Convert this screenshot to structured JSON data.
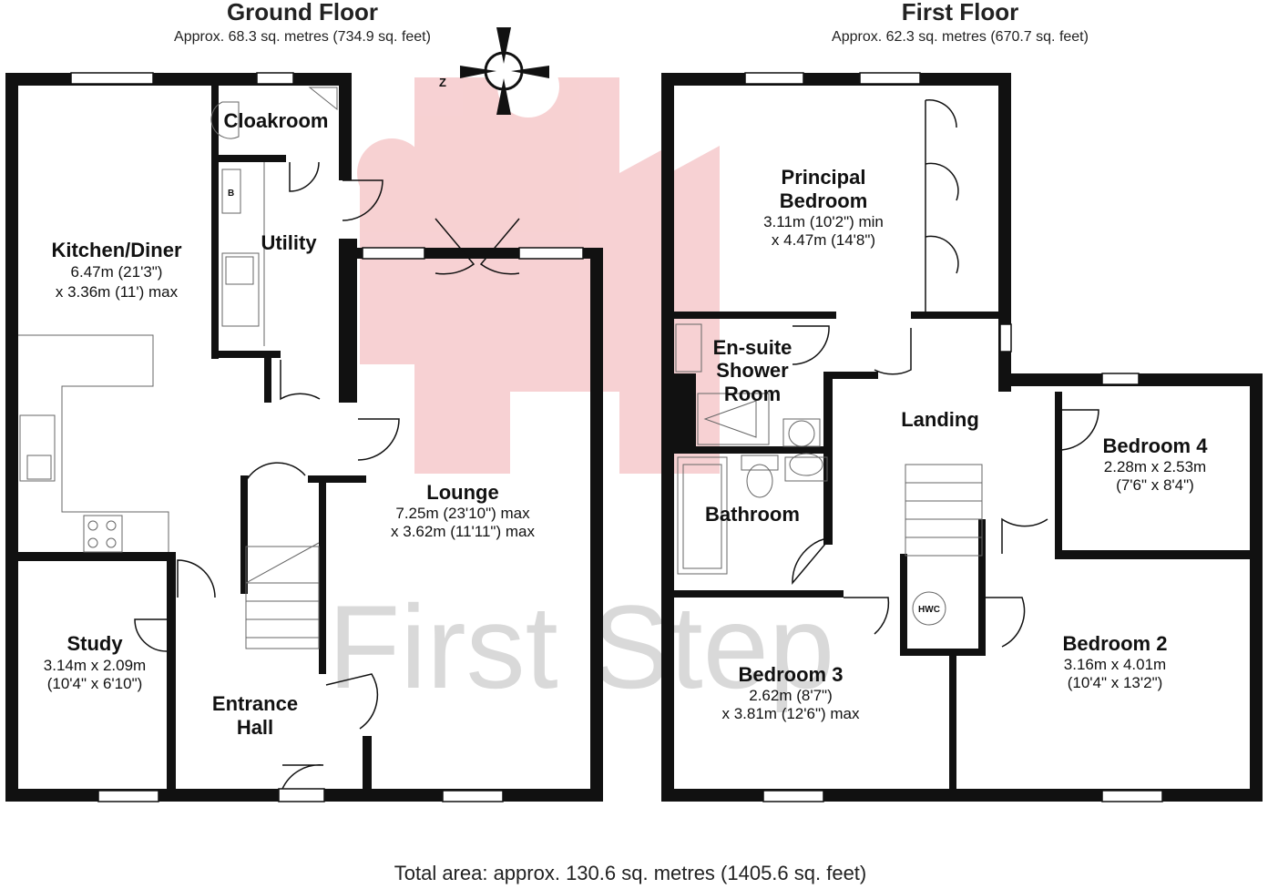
{
  "ground_floor": {
    "title": "Ground Floor",
    "area": "Approx. 68.3 sq. metres (734.9 sq. feet)",
    "rooms": {
      "kitchen": {
        "name": "Kitchen/Diner",
        "dim1": "6.47m (21'3\")",
        "dim2": "x 3.36m (11') max"
      },
      "cloakroom": {
        "name": "Cloakroom"
      },
      "utility": {
        "name": "Utility"
      },
      "lounge": {
        "name": "Lounge",
        "dim1": "7.25m (23'10\") max",
        "dim2": "x 3.62m (11'11\") max"
      },
      "study": {
        "name": "Study",
        "dim1": "3.14m x 2.09m",
        "dim2": "(10'4\" x 6'10\")"
      },
      "entrance_hall": {
        "name1": "Entrance",
        "name2": "Hall"
      }
    },
    "boiler_label": "B"
  },
  "first_floor": {
    "title": "First Floor",
    "area": "Approx. 62.3 sq. metres (670.7 sq. feet)",
    "rooms": {
      "principal": {
        "name1": "Principal",
        "name2": "Bedroom",
        "dim1": "3.11m (10'2\") min",
        "dim2": "x 4.47m (14'8\")"
      },
      "ensuite": {
        "name1": "En-suite",
        "name2": "Shower",
        "name3": "Room"
      },
      "landing": {
        "name": "Landing"
      },
      "bedroom4": {
        "name": "Bedroom 4",
        "dim1": "2.28m x 2.53m",
        "dim2": "(7'6\" x 8'4\")"
      },
      "bathroom": {
        "name": "Bathroom"
      },
      "bedroom3": {
        "name": "Bedroom 3",
        "dim1": "2.62m (8'7\")",
        "dim2": "x 3.81m (12'6\") max"
      },
      "bedroom2": {
        "name": "Bedroom 2",
        "dim1": "3.16m x 4.01m",
        "dim2": "(10'4\" x 13'2\")"
      }
    },
    "hwc_label": "HWC"
  },
  "compass_label": "Z",
  "watermark": "First Step",
  "total_area": "Total area: approx. 130.6 sq. metres (1405.6 sq. feet)",
  "colors": {
    "wall": "#111111",
    "logo": "#f6c9cb",
    "watermark": "#d9d9d9"
  }
}
